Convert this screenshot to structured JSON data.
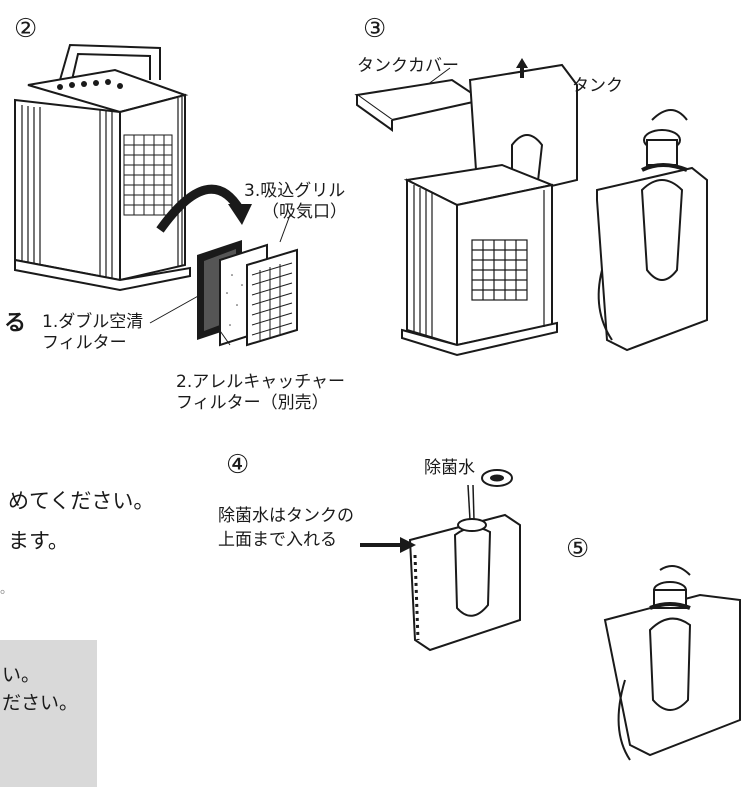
{
  "steps": {
    "step2": "②",
    "step3": "③",
    "step4": "④",
    "step5": "⑤"
  },
  "step2_labels": {
    "suction_grill_1": "3.吸込グリル",
    "suction_grill_2": "（吸気口）",
    "double_filter_1": "1.ダブル空清",
    "double_filter_2": "フィルター",
    "allergy_filter_1": "2.アレルキャッチャー",
    "allergy_filter_2": "フィルター（別売）",
    "cut_text": "る"
  },
  "step3_labels": {
    "tank_cover": "タンクカバー",
    "tank": "タンク"
  },
  "step4_labels": {
    "disinfectant": "除菌水",
    "instruction_1": "除菌水はタンクの",
    "instruction_2": "上面まで入れる"
  },
  "body_text": {
    "line1": "めてください。",
    "line2": "ます。",
    "small": "。"
  },
  "note_box": {
    "line1": "い。",
    "line2": "ださい。"
  }
}
